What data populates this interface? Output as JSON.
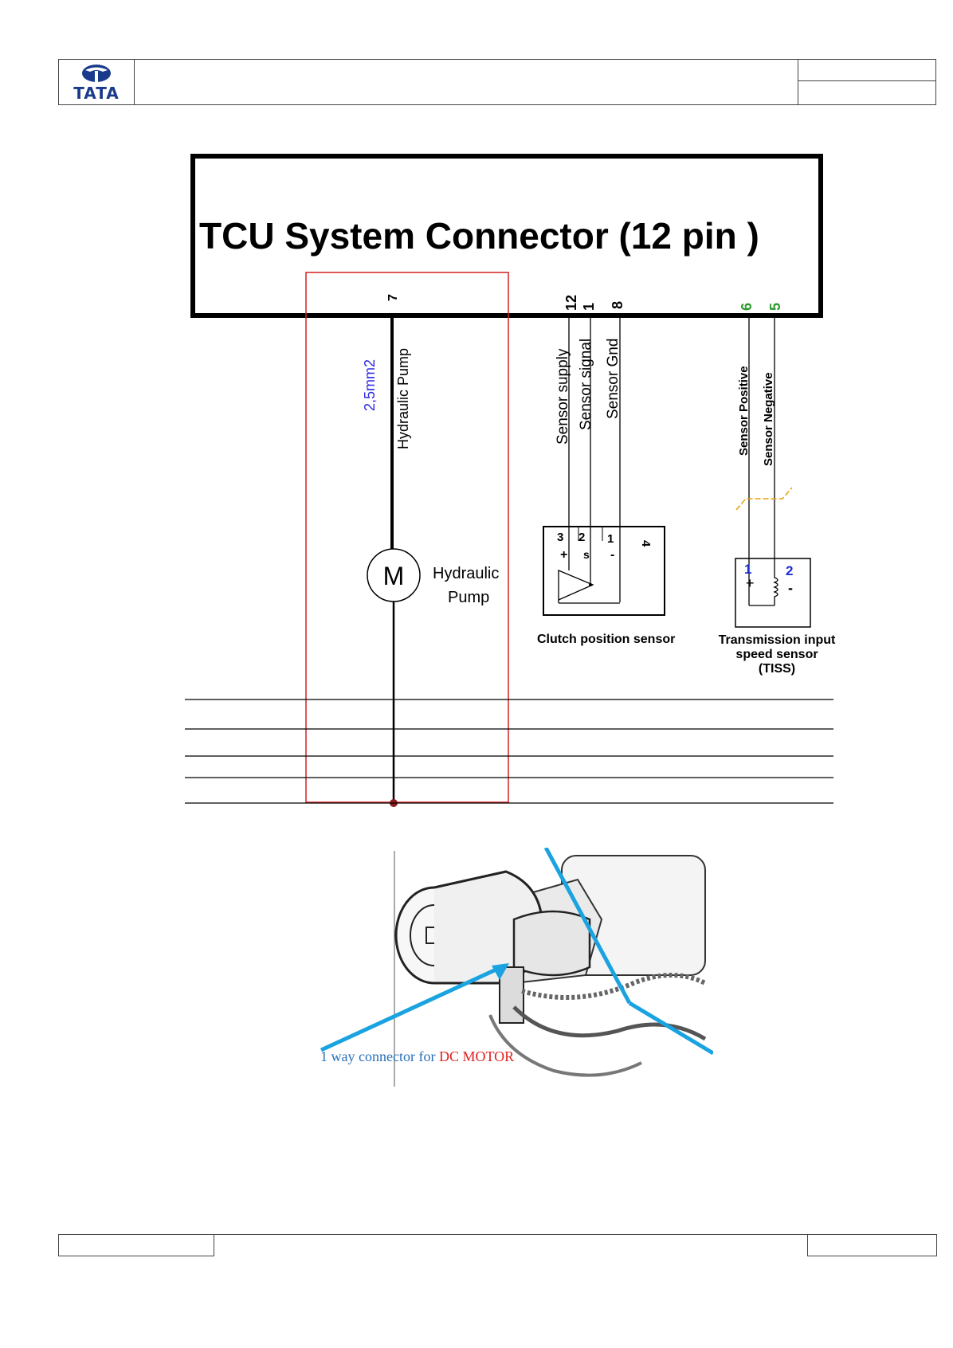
{
  "header": {
    "logo_text": "TATA",
    "colors": {
      "logo": "#1a3a8c"
    }
  },
  "diagram": {
    "title": "TCU  System Connector (12 pin )",
    "pump_circuit": {
      "pin": "7",
      "wire_size": "2,5mm2",
      "wire_label": "Hydraulic Pump",
      "motor_symbol": "M",
      "motor_label_line1": "Hydraulic",
      "motor_label_line2": "Pump"
    },
    "clutch_sensor": {
      "pins": [
        "12",
        "1",
        "8"
      ],
      "wire_labels": [
        "Sensor supply",
        "Sensor signal",
        "Sensor Gnd"
      ],
      "terminal_numbers": [
        "3",
        "2",
        "1",
        "4"
      ],
      "terminal_marks": [
        "+",
        "s",
        "-"
      ],
      "caption": "Clutch position sensor"
    },
    "tiss": {
      "pins": [
        "6",
        "5"
      ],
      "wire_labels": [
        "Sensor Positive",
        "Sensor Negative"
      ],
      "terminal_numbers": [
        "1",
        "2"
      ],
      "terminal_marks": [
        "+",
        "-"
      ],
      "caption_line1": "Transmission input",
      "caption_line2": "speed sensor",
      "caption_line3": "(TISS)"
    },
    "colors": {
      "pin_green": "#2e9a2e",
      "wire_size_blue": "#2a2ae0",
      "highlight_red": "#d42020",
      "shield_orange": "#e8a317",
      "terminal_blue": "#1a2fd0"
    }
  },
  "photo": {
    "caption_prefix": "1 way connector for ",
    "caption_highlight": "DC MOTOR",
    "colors": {
      "arrow": "#1aa3e0",
      "caption_prefix": "#2a6fb8",
      "caption_highlight": "#e02020"
    }
  }
}
